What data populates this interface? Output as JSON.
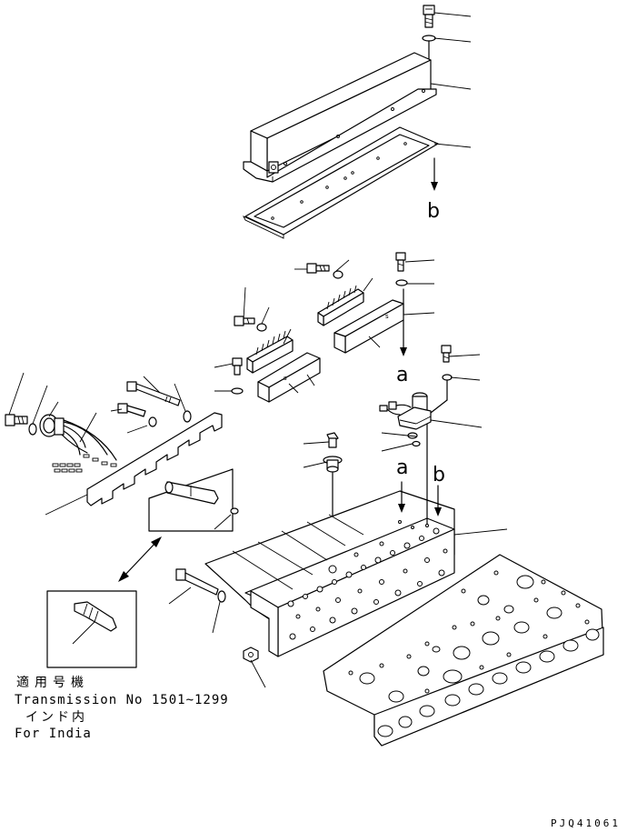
{
  "labels": {
    "ref_b_top": "b",
    "ref_a_mid": "a",
    "ref_a_low": "a",
    "ref_b_low": "b"
  },
  "notes": {
    "applicable_jp": "適用号機",
    "serial": "Transmission No 1501~1299",
    "india_jp": "インド内",
    "india_en": "For India"
  },
  "drawing_code": "PJQ41061"
}
